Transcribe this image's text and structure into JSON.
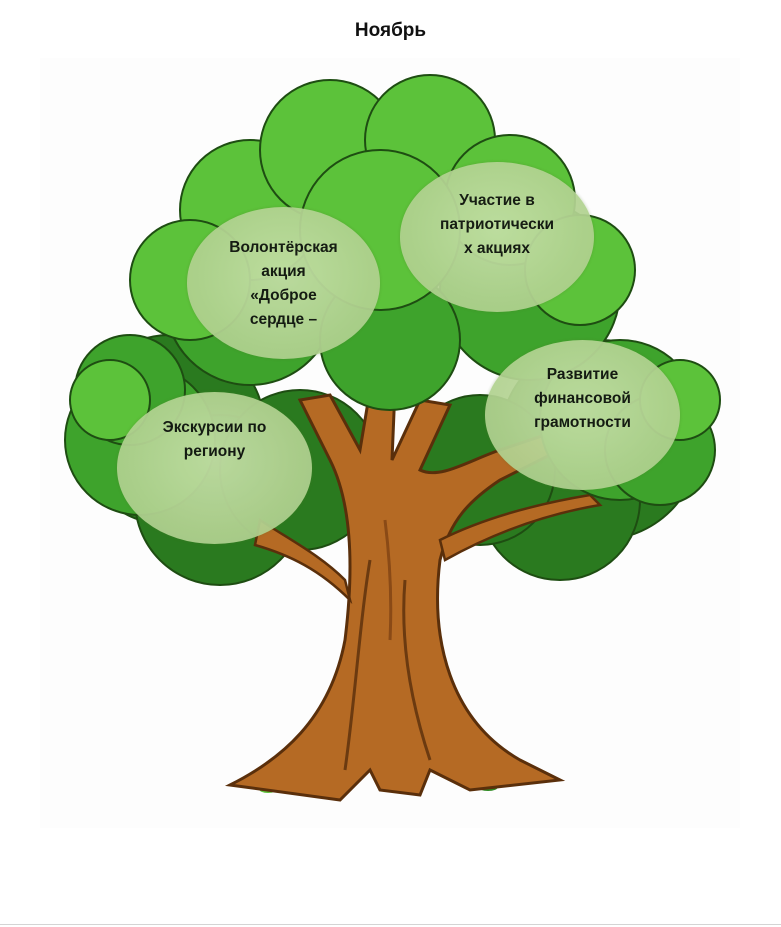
{
  "page": {
    "title": "Ноябрь"
  },
  "bubbles": [
    {
      "id": "volunteer",
      "text": "Волонтёрская\nакция\n«Доброе\nсердце –"
    },
    {
      "id": "patriotic",
      "text": "Участие в\nпатриотически\nх акциях"
    },
    {
      "id": "excursions",
      "text": "Экскурсии по\nрегиону"
    },
    {
      "id": "finance",
      "text": "Развитие\nфинансовой\nграмотности"
    }
  ],
  "colors": {
    "foliage_dark": "#2f8a23",
    "foliage_mid": "#3ea32c",
    "foliage_light": "#5cc23a",
    "trunk": "#b56a24",
    "trunk_dark": "#6b3a10",
    "bubble": "#b5d594"
  }
}
